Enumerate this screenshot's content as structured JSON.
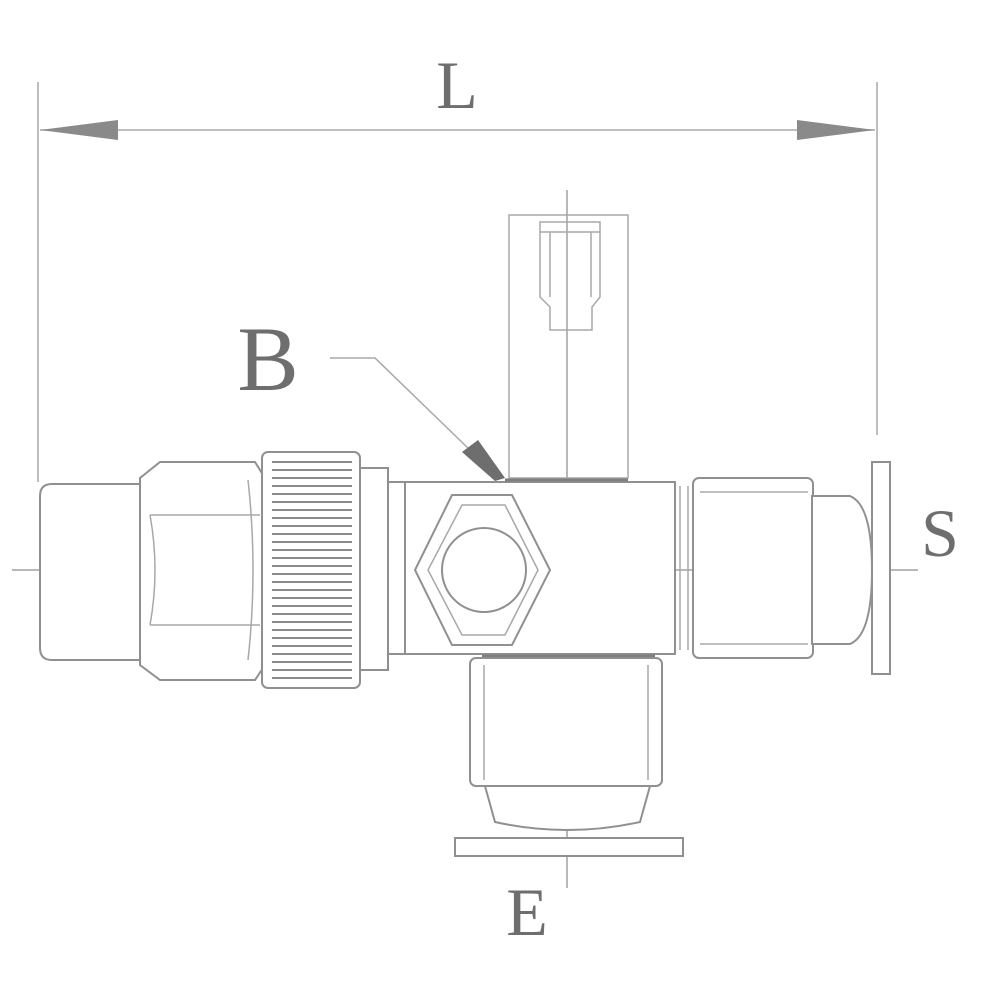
{
  "diagram": {
    "labels": {
      "length": "L",
      "body": "B",
      "side_port": "S",
      "end_port": "E"
    },
    "colors": {
      "line": "#9a9a9a",
      "text": "#6e6e6e",
      "background": "#ffffff"
    }
  }
}
